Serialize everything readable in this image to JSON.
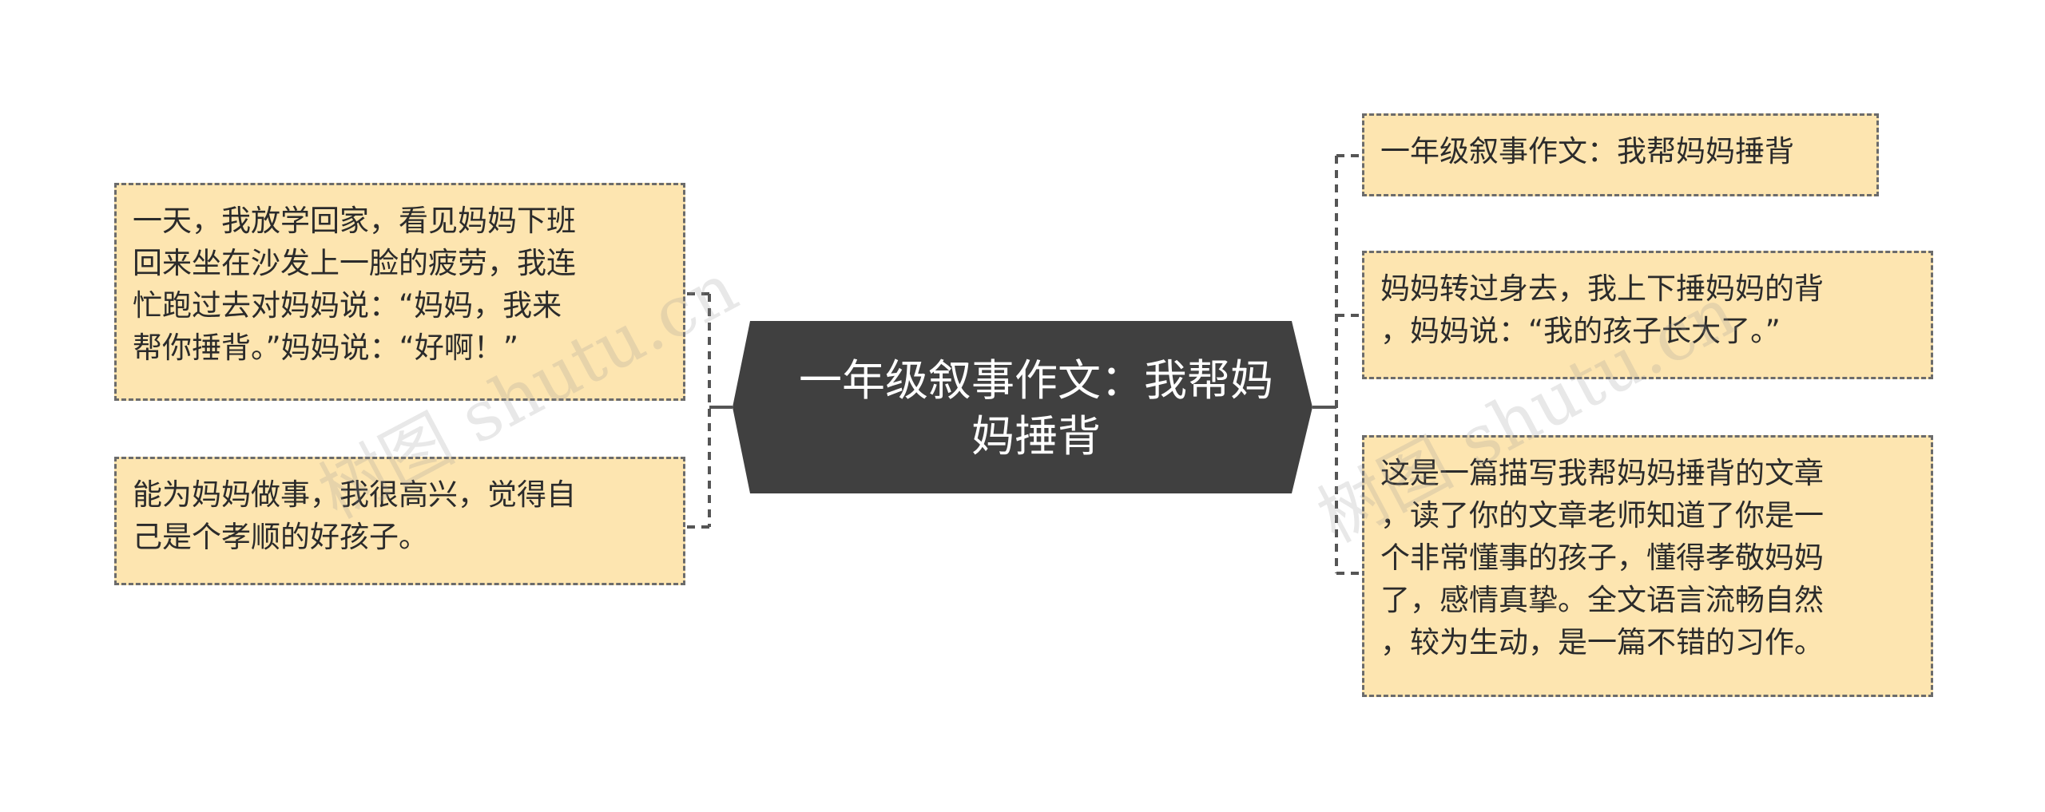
{
  "center": {
    "title": "一年级叙事作文：我帮妈妈捶背",
    "lines": [
      "一年级叙事作文：我帮妈",
      "妈捶背"
    ],
    "fill": "#404040",
    "text_color": "#ffffff"
  },
  "left_nodes": [
    {
      "text": "一天，我放学回家，看见妈妈下班\n回来坐在沙发上一脸的疲劳，我连\n忙跑过去对妈妈说：“妈妈，我来\n帮你捶背。”妈妈说：“好啊！”"
    },
    {
      "text": "能为妈妈做事，我很高兴，觉得自\n己是个孝顺的好孩子。"
    }
  ],
  "right_nodes": [
    {
      "text": "一年级叙事作文：我帮妈妈捶背"
    },
    {
      "text": "妈妈转过身去，我上下捶妈妈的背\n，妈妈说：“我的孩子长大了。”"
    },
    {
      "text": "这是一篇描写我帮妈妈捶背的文章\n，读了你的文章老师知道了你是一\n个非常懂事的孩子，懂得孝敬妈妈\n了，感情真挚。全文语言流畅自然\n，较为生动，是一篇不错的习作。"
    }
  ],
  "watermarks": [
    "树图 shutu.cn",
    "树图 shutu.cn"
  ],
  "colors": {
    "node_fill": "#fde5b0",
    "node_border": "#6b6b6b",
    "connector": "#555555"
  }
}
